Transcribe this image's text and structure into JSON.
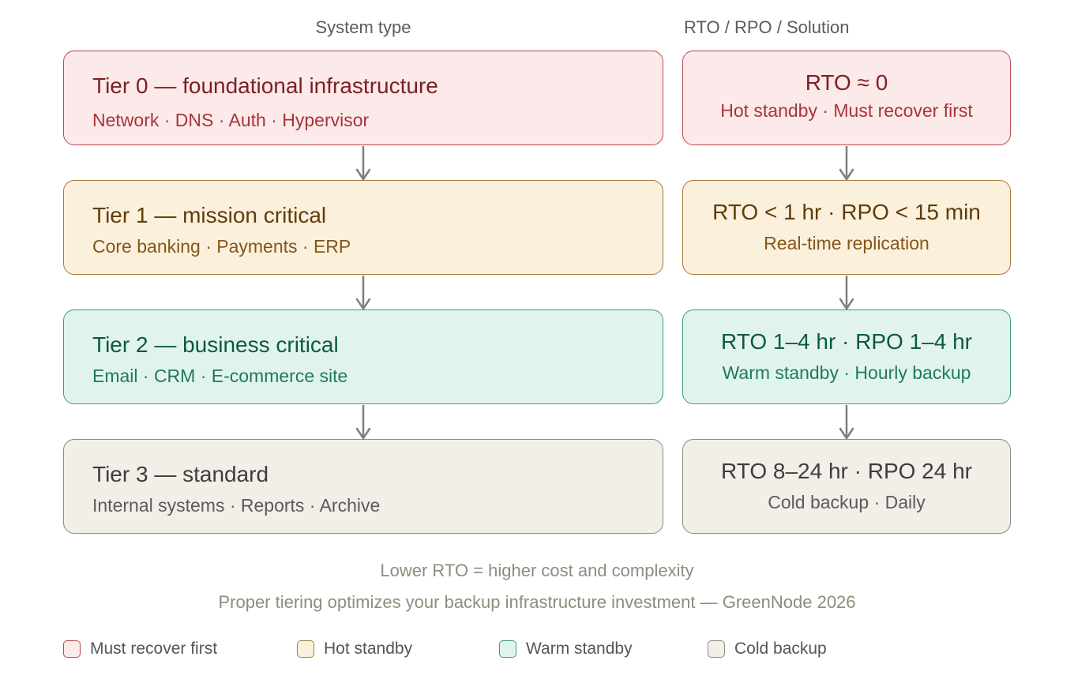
{
  "headers": {
    "left": "System type",
    "right": "RTO / RPO / Solution"
  },
  "tiers": [
    {
      "title": "Tier 0 — foundational infrastructure",
      "systems": "Network · DNS · Auth · Hypervisor",
      "metric": "RTO ≈ 0",
      "solution": "Hot standby · Must recover first",
      "colors": {
        "fill": "#fce9e9",
        "border": "#b84a50",
        "title": "#7d1f24",
        "sub": "#a8343b"
      }
    },
    {
      "title": "Tier 1 — mission critical",
      "systems": "Core banking · Payments · ERP",
      "metric": "RTO < 1 hr · RPO < 15 min",
      "solution": "Real-time replication",
      "colors": {
        "fill": "#fbf0dc",
        "border": "#a57a3a",
        "title": "#5e3d09",
        "sub": "#84561a"
      }
    },
    {
      "title": "Tier 2 — business critical",
      "systems": "Email · CRM · E-commerce site",
      "metric": "RTO 1–4 hr · RPO 1–4 hr",
      "solution": "Warm standby · Hourly backup",
      "colors": {
        "fill": "#e1f4ec",
        "border": "#3f9a78",
        "title": "#0d5942",
        "sub": "#1f7a5c"
      }
    },
    {
      "title": "Tier 3 — standard",
      "systems": "Internal systems · Reports · Archive",
      "metric": "RTO 8–24 hr · RPO 24 hr",
      "solution": "Cold backup · Daily",
      "colors": {
        "fill": "#f2eee8",
        "border": "#8e8a84",
        "title": "#3d3d3b",
        "sub": "#5b5b58"
      }
    }
  ],
  "footnotes": [
    "Lower RTO = higher cost and complexity",
    "Proper tiering optimizes your backup infrastructure investment — GreenNode 2026"
  ],
  "legend": [
    {
      "label": "Must recover first",
      "fill": "#fce9e9",
      "border": "#b84a50"
    },
    {
      "label": "Hot standby",
      "fill": "#fbf0dc",
      "border": "#a57a3a"
    },
    {
      "label": "Warm standby",
      "fill": "#e1f4ec",
      "border": "#3f9a78"
    },
    {
      "label": "Cold backup",
      "fill": "#f2eee8",
      "border": "#8e8a84"
    }
  ],
  "arrow_color": "#7f7f7f"
}
